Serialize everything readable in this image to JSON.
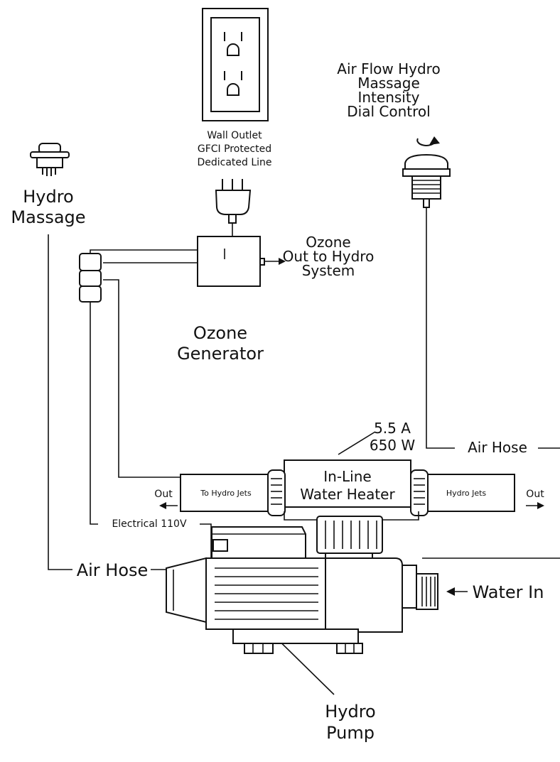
{
  "labels": {
    "wall_outlet": [
      "Wall Outlet",
      "GFCI Protected",
      "Dedicated Line"
    ],
    "dial_control": [
      "Air Flow Hydro",
      "Massage",
      "Intensity",
      "Dial Control"
    ],
    "hydro_massage": [
      "Hydro",
      "Massage"
    ],
    "ozone_generator": [
      "Ozone",
      "Generator"
    ],
    "ozone_out": [
      "Ozone",
      "Out to Hydro",
      "System"
    ],
    "heater_rating": [
      "5.5 A",
      "650 W"
    ],
    "heater": [
      "In-Line",
      "Water Heater"
    ],
    "air_hose_right": "Air Hose",
    "to_hydro_jets": "To Hydro Jets",
    "hydro_jets": "Hydro Jets",
    "out_left": "Out",
    "out_right": "Out",
    "electrical": "Electrical 110V",
    "air_hose_left": "Air Hose",
    "water_in": "Water In",
    "hydro_pump": [
      "Hydro",
      "Pump"
    ]
  },
  "colors": {
    "line": "#111111",
    "background": "#ffffff"
  },
  "icons": [
    "wall-outlet-icon",
    "plug-icon",
    "dial-control-icon",
    "air-button-icon",
    "ozone-generator-icon",
    "junction-box-icon",
    "heater-icon",
    "pump-icon"
  ]
}
